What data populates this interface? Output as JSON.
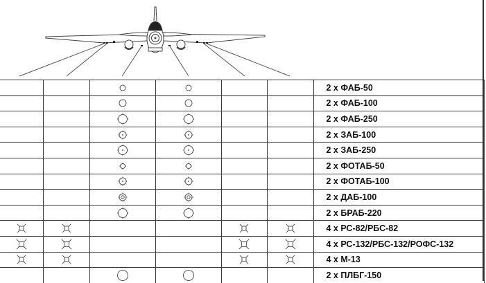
{
  "figure": {
    "type": "aircraft weapon loadout diagram",
    "view": "aircraft head-on (front) view with hardpoint lines"
  },
  "stations": {
    "columns": [
      "outer-left",
      "mid-left",
      "inner-left",
      "inner-right",
      "mid-right",
      "outer-right"
    ],
    "column_x": [
      0,
      62,
      129,
      224,
      319,
      385,
      452,
      698
    ]
  },
  "symbols": {
    "bomb_small": "circle-small",
    "bomb_medium": "circle-medium",
    "bomb_large": "circle-large",
    "incendiary": "circle-dot",
    "photo_flare": "circle-small-ticks",
    "dab": "double-ring",
    "rocket": "square-x"
  },
  "rows": [
    {
      "label": "2 x ФАБ-50",
      "cells": [
        "",
        "",
        "circle-sm",
        "circle-sm",
        "",
        ""
      ]
    },
    {
      "label": "2 x ФАБ-100",
      "cells": [
        "",
        "",
        "circle-md",
        "circle-md",
        "",
        ""
      ]
    },
    {
      "label": "2 x ФАБ-250",
      "cells": [
        "",
        "",
        "circle-lg",
        "circle-lg",
        "",
        ""
      ]
    },
    {
      "label": "2 x ЗАБ-100",
      "cells": [
        "",
        "",
        "circle-dot-md",
        "circle-dot-md",
        "",
        ""
      ]
    },
    {
      "label": "2 x ЗАБ-250",
      "cells": [
        "",
        "",
        "circle-dot-lg",
        "circle-dot-lg",
        "",
        ""
      ]
    },
    {
      "label": "2 x ФОТАБ-50",
      "cells": [
        "",
        "",
        "circle-tick-sm",
        "circle-tick-sm",
        "",
        ""
      ]
    },
    {
      "label": "2 x ФОТАБ-100",
      "cells": [
        "",
        "",
        "circle-dot-md",
        "circle-dot-md",
        "",
        ""
      ]
    },
    {
      "label": "2 x ДАБ-100",
      "cells": [
        "",
        "",
        "double-ring",
        "double-ring",
        "",
        ""
      ]
    },
    {
      "label": "2 x БРАБ-220",
      "cells": [
        "",
        "",
        "circle-lg",
        "circle-lg",
        "",
        ""
      ]
    },
    {
      "label": "4 x РС-82/РБС-82",
      "cells": [
        "rocket-sm",
        "rocket-sm",
        "",
        "",
        "rocket-sm",
        "rocket-sm"
      ]
    },
    {
      "label": "4 x РС-132/РБС-132/РОФС-132",
      "cells": [
        "rocket-lg",
        "rocket-lg",
        "",
        "",
        "rocket-lg",
        "rocket-lg"
      ]
    },
    {
      "label": "4 x М-13",
      "cells": [
        "rocket-sm",
        "rocket-sm",
        "",
        "",
        "rocket-sm",
        "rocket-sm"
      ]
    },
    {
      "label": "2 x ПЛБГ-150",
      "cells": [
        "",
        "",
        "circle-xl",
        "circle-xl",
        "",
        ""
      ]
    }
  ],
  "colors": {
    "line": "#333333",
    "symbol": "#555555",
    "text": "#111111",
    "background": "#ffffff"
  }
}
